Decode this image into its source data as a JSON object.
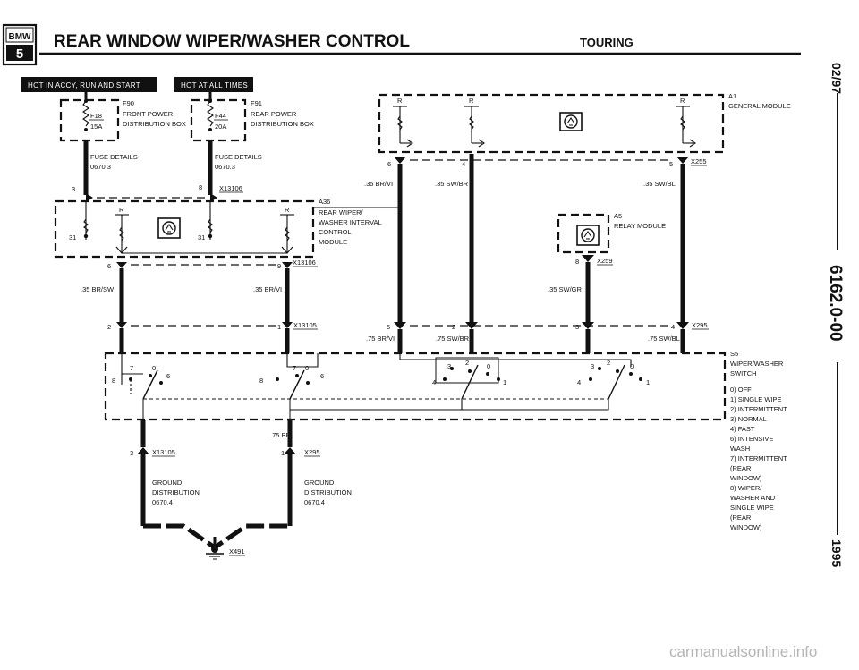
{
  "header": {
    "badge_top": "BMW",
    "badge_bottom": "5",
    "title": "REAR WINDOW WIPER/WASHER CONTROL",
    "variant": "TOURING"
  },
  "hot_labels": [
    "HOT IN ACCY, RUN AND START",
    "HOT AT ALL TIMES"
  ],
  "fuses": [
    {
      "id": "F18",
      "rating": "15A",
      "box": "F90",
      "box_desc": [
        "FRONT POWER",
        "DISTRIBUTION BOX"
      ],
      "details": [
        "FUSE DETAILS",
        "0670.3"
      ]
    },
    {
      "id": "F44",
      "rating": "20A",
      "box": "F91",
      "box_desc": [
        "REAR POWER",
        "DISTRIBUTION BOX"
      ],
      "details": [
        "FUSE DETAILS",
        "0670.3"
      ]
    }
  ],
  "modules": {
    "a1": {
      "id": "A1",
      "name": "GENERAL MODULE"
    },
    "a36": {
      "id": "A36",
      "name": [
        "REAR WIPER/",
        "WASHER INTERVAL",
        "CONTROL",
        "MODULE"
      ]
    },
    "a5": {
      "id": "A5",
      "name": "RELAY MODULE"
    },
    "s5": {
      "id": "S5",
      "name": [
        "WIPER/WASHER",
        "SWITCH"
      ]
    }
  },
  "switch_positions": [
    "0)  OFF",
    "1)  SINGLE WIPE",
    "2)  INTERMITTENT",
    "3)  NORMAL",
    "4)  FAST",
    "6)  INTENSIVE",
    "    WASH",
    "7)  INTERMITTENT",
    "    (REAR",
    "    WINDOW)",
    "8)  WIPER/",
    "    WASHER AND",
    "    SINGLE WIPE",
    "    (REAR",
    "    WINDOW)"
  ],
  "connectors": {
    "x13106": "X13106",
    "x13105": "X13105",
    "x255": "X255",
    "x259": "X259",
    "x295": "X295",
    "x491": "X491"
  },
  "wires": {
    "a36_a1": ".35 BR/VI",
    "sw_br_a1": ".35 SW/BR",
    "sw_bl_a1": ".35 SW/BL",
    "a36_out_left": ".35 BR/SW",
    "a36_out_right": ".35 BR/VI",
    "a5_out": ".35 SW/GR",
    "x295_a": ".75 BR/VI",
    "x295_b": ".75 SW/BR",
    "x295_c": ".75 SW/BL",
    "ground": ".75 BR"
  },
  "grounds": [
    {
      "name": "GROUND",
      "desc": "DISTRIBUTION",
      "ref": "0670.4"
    },
    {
      "name": "GROUND",
      "desc": "DISTRIBUTION",
      "ref": "0670.4"
    }
  ],
  "pins": {
    "r": "R",
    "p1": "1",
    "p2": "2",
    "p3": "3",
    "p4": "4",
    "p5": "5",
    "p6": "6",
    "p7": "7",
    "p8": "8",
    "p9": "9",
    "p0": "0",
    "p31": "31"
  },
  "side_text": {
    "date": "02/97",
    "code": "6162.0-00",
    "year": "1995"
  },
  "watermark": "carmanualsonline.info"
}
